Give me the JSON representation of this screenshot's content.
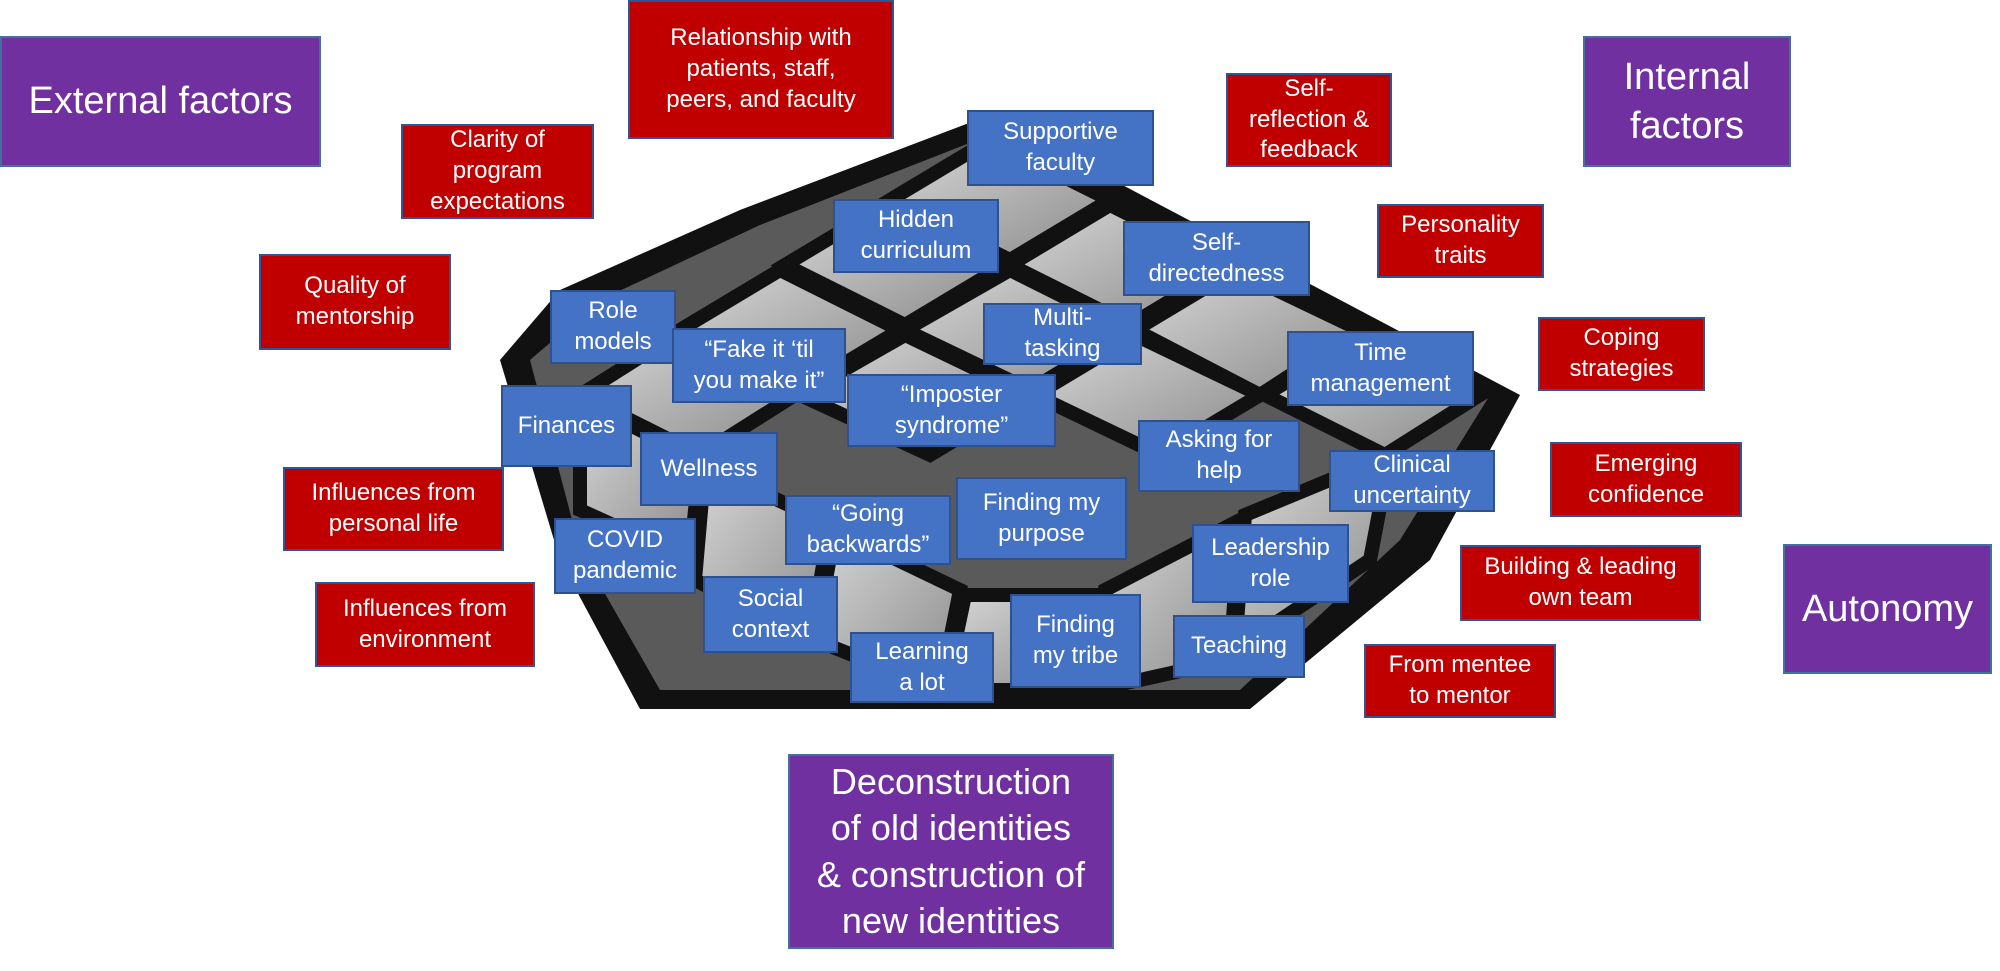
{
  "colors": {
    "category": "#7030a0",
    "theme_external_internal": "#c00000",
    "subtheme": "#4472c4",
    "border": "#2f5597"
  },
  "background_image": "rubiks-cube-grayscale",
  "categories": {
    "external": "External factors",
    "internal": "Internal factors",
    "autonomy": "Autonomy",
    "deconstruction": "Deconstruction\nof old identities\n& construction of\nnew identities"
  },
  "red_items": {
    "relationship": "Relationship with\npatients, staff,\npeers, and faculty",
    "clarity": "Clarity of\nprogram\nexpectations",
    "quality": "Quality of\nmentorship",
    "self_reflection": "Self-\nreflection &\nfeedback",
    "personality": "Personality\ntraits",
    "coping": "Coping\nstrategies",
    "emerging": "Emerging\nconfidence",
    "influences_personal": "Influences from\npersonal life",
    "influences_environment": "Influences from\nenvironment",
    "building": "Building & leading\nown team",
    "mentee": "From mentee\nto mentor"
  },
  "blue_items": {
    "supportive": "Supportive\nfaculty",
    "hidden": "Hidden\ncurriculum",
    "self_directedness": "Self-\ndirectedness",
    "role_models": "Role\nmodels",
    "fake_it": "“Fake it ‘til\nyou make it”",
    "multitasking": "Multi-\ntasking",
    "time_management": "Time\nmanagement",
    "finances": "Finances",
    "imposter": "“Imposter\nsyndrome”",
    "wellness": "Wellness",
    "asking_help": "Asking for\nhelp",
    "clinical": "Clinical\nuncertainty",
    "covid": "COVID\npandemic",
    "going_backwards": "“Going\nbackwards”",
    "purpose": "Finding my\npurpose",
    "leadership": "Leadership\nrole",
    "social": "Social\ncontext",
    "learning": "Learning\na lot",
    "tribe": "Finding\nmy tribe",
    "teaching": "Teaching"
  }
}
